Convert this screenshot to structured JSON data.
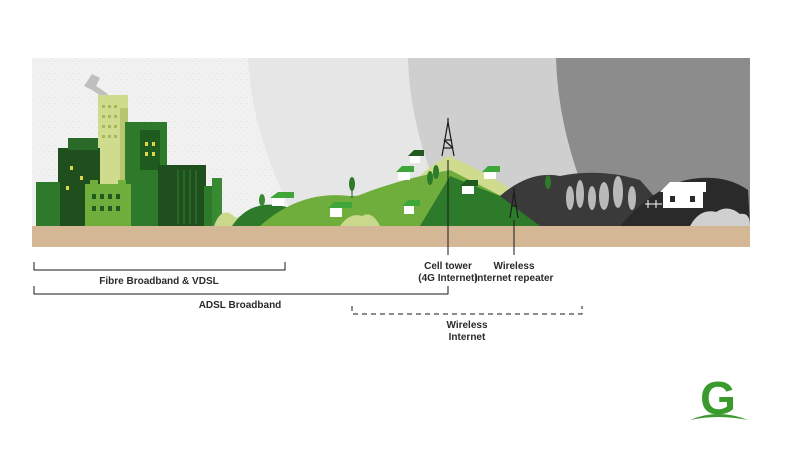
{
  "labels": {
    "fibre": "Fibre Broadband & VDSL",
    "adsl": "ADSL Broadband",
    "wireless_line1": "Wireless",
    "wireless_line2": "Internet",
    "cell_line1": "Cell tower",
    "cell_line2": "(4G Internet)",
    "repeater_line1": "Wireless",
    "repeater_line2": "Internet repeater"
  },
  "logo": {
    "letter": "G",
    "color": "#3a9a2e"
  },
  "colors": {
    "dark_green": "#1f5a1e",
    "mid_green": "#2d7a2a",
    "bright_green": "#3fa63a",
    "pale_green": "#c9d88a",
    "ground": "#d4b896",
    "sky_light": "#ececec",
    "sky_mid": "#d2d2d2",
    "sky_dark": "#8a8a8a"
  }
}
